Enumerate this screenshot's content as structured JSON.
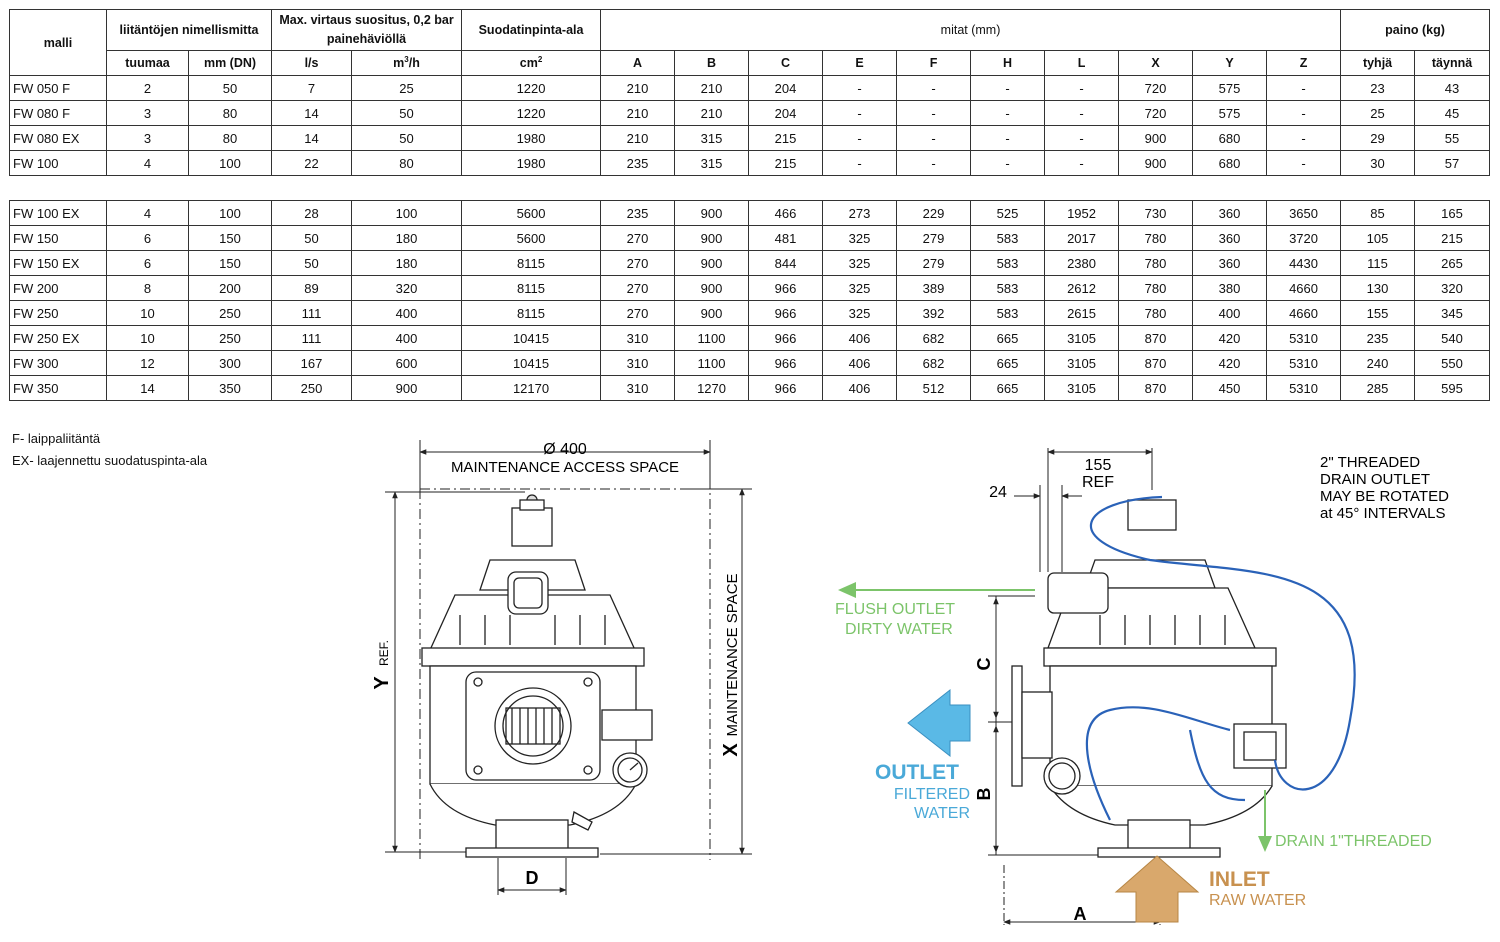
{
  "table": {
    "header": {
      "malli": "malli",
      "connection": "liitäntöjen nimellismitta",
      "flow": "Max. virtaus suositus, 0,2 bar painehäviöllä",
      "area": "Suodatinpinta-ala",
      "dims": "mitat (mm)",
      "weight": "paino (kg)"
    },
    "subheader": {
      "tuumaa": "tuumaa",
      "mm": "mm (DN)",
      "ls": "l/s",
      "m3h_base": "m",
      "m3h_sup": "3",
      "m3h_tail": "/h",
      "cm2_base": "cm",
      "cm2_sup": "2",
      "A": "A",
      "B": "B",
      "C": "C",
      "E": "E",
      "F": "F",
      "H": "H",
      "L": "L",
      "X": "X",
      "Y": "Y",
      "Z": "Z",
      "tyhja": "tyhjä",
      "taynna": "täynnä"
    },
    "group1": [
      [
        "FW 050 F",
        "2",
        "50",
        "7",
        "25",
        "1220",
        "210",
        "210",
        "204",
        "-",
        "-",
        "-",
        "-",
        "720",
        "575",
        "-",
        "23",
        "43"
      ],
      [
        "FW 080 F",
        "3",
        "80",
        "14",
        "50",
        "1220",
        "210",
        "210",
        "204",
        "-",
        "-",
        "-",
        "-",
        "720",
        "575",
        "-",
        "25",
        "45"
      ],
      [
        "FW 080 EX",
        "3",
        "80",
        "14",
        "50",
        "1980",
        "210",
        "315",
        "215",
        "-",
        "-",
        "-",
        "-",
        "900",
        "680",
        "-",
        "29",
        "55"
      ],
      [
        "FW 100",
        "4",
        "100",
        "22",
        "80",
        "1980",
        "235",
        "315",
        "215",
        "-",
        "-",
        "-",
        "-",
        "900",
        "680",
        "-",
        "30",
        "57"
      ]
    ],
    "group2": [
      [
        "FW 100 EX",
        "4",
        "100",
        "28",
        "100",
        "5600",
        "235",
        "900",
        "466",
        "273",
        "229",
        "525",
        "1952",
        "730",
        "360",
        "3650",
        "85",
        "165"
      ],
      [
        "FW 150",
        "6",
        "150",
        "50",
        "180",
        "5600",
        "270",
        "900",
        "481",
        "325",
        "279",
        "583",
        "2017",
        "780",
        "360",
        "3720",
        "105",
        "215"
      ],
      [
        "FW 150 EX",
        "6",
        "150",
        "50",
        "180",
        "8115",
        "270",
        "900",
        "844",
        "325",
        "279",
        "583",
        "2380",
        "780",
        "360",
        "4430",
        "115",
        "265"
      ],
      [
        "FW 200",
        "8",
        "200",
        "89",
        "320",
        "8115",
        "270",
        "900",
        "966",
        "325",
        "389",
        "583",
        "2612",
        "780",
        "380",
        "4660",
        "130",
        "320"
      ],
      [
        "FW 250",
        "10",
        "250",
        "111",
        "400",
        "8115",
        "270",
        "900",
        "966",
        "325",
        "392",
        "583",
        "2615",
        "780",
        "400",
        "4660",
        "155",
        "345"
      ],
      [
        "FW 250 EX",
        "10",
        "250",
        "111",
        "400",
        "10415",
        "310",
        "1100",
        "966",
        "406",
        "682",
        "665",
        "3105",
        "870",
        "420",
        "5310",
        "235",
        "540"
      ],
      [
        "FW 300",
        "12",
        "300",
        "167",
        "600",
        "10415",
        "310",
        "1100",
        "966",
        "406",
        "682",
        "665",
        "3105",
        "870",
        "420",
        "5310",
        "240",
        "550"
      ],
      [
        "FW 350",
        "14",
        "350",
        "250",
        "900",
        "12170",
        "310",
        "1270",
        "966",
        "406",
        "512",
        "665",
        "3105",
        "870",
        "450",
        "5310",
        "285",
        "595"
      ]
    ]
  },
  "notes": {
    "f": "F- laippaliitäntä",
    "ex": "EX- laajennettu suodatuspinta-ala"
  },
  "drawing_left": {
    "diameter": "Ø 400",
    "maintenance_access": "MAINTENANCE ACCESS SPACE",
    "y_label": "Y",
    "ref": "REF.",
    "x_label": "X",
    "maintenance_space": "MAINTENANCE SPACE",
    "d_label": "D"
  },
  "drawing_right": {
    "dim_155": "155",
    "ref": "REF",
    "dim_24": "24",
    "drain_outlet": [
      "2\" THREADED",
      "DRAIN OUTLET",
      "MAY BE ROTATED",
      "at 45° INTERVALS"
    ],
    "flush_outlet": "FLUSH OUTLET",
    "dirty_water": "DIRTY WATER",
    "c_label": "C",
    "outlet": "OUTLET",
    "filtered": "FILTERED",
    "water": "WATER",
    "b_label": "B",
    "drain_threaded": "DRAIN 1\"THREADED",
    "inlet": "INLET",
    "raw_water": "RAW WATER",
    "a_label": "A"
  },
  "colors": {
    "flush_green": "#7cc46a",
    "outlet_blue": "#5ab9e6",
    "outlet_text": "#4aa9d8",
    "inlet_tan": "#d9a86c",
    "inlet_text": "#c8914f",
    "hose_blue": "#2a62b8"
  }
}
